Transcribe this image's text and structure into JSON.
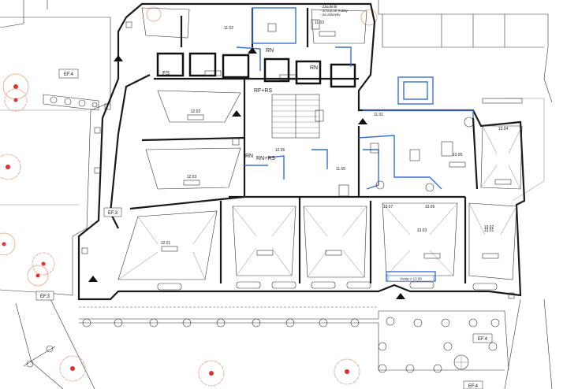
{
  "zones": {
    "ef4_left": "EF.4",
    "ef3_mid": "EF.3",
    "ef3_low": "EF.3",
    "ef4_right": "EF.4",
    "ef4_bottom": "EF.4"
  },
  "shafts": {
    "rn_top": "RN",
    "rn_mid": "RN",
    "rf_rs": "RF+RS",
    "rn_rs": "RN+RS",
    "fs_left": "FS",
    "rn_small": "RN"
  },
  "rooms": {
    "r_1202": "12.02",
    "r_1203": "12.03",
    "r_1201": "12.01",
    "r_1301": "13.01",
    "r_1302": "13.02",
    "r_1303": "13.03",
    "r_1304": "13.04",
    "r_1306": "13.06",
    "r_1307": "13.07",
    "r_1305": "13.05",
    "r_1101": "11.01",
    "r_1103": "11.03",
    "r_1102": "11.02",
    "r_1105": "11.05",
    "r_1206": "12.06"
  },
  "notes": {
    "top_note_1": "- Zásobník",
    "top_note_2": "- ochranné trubky",
    "top_note_3": "- na zásuvku",
    "notice": "Vstup z 13.09"
  },
  "colors": {
    "wall": "#1a1a1a",
    "service_blue": "#3a6fd8",
    "tree_outline": "#e8a080",
    "tree_dot": "#e03030"
  }
}
